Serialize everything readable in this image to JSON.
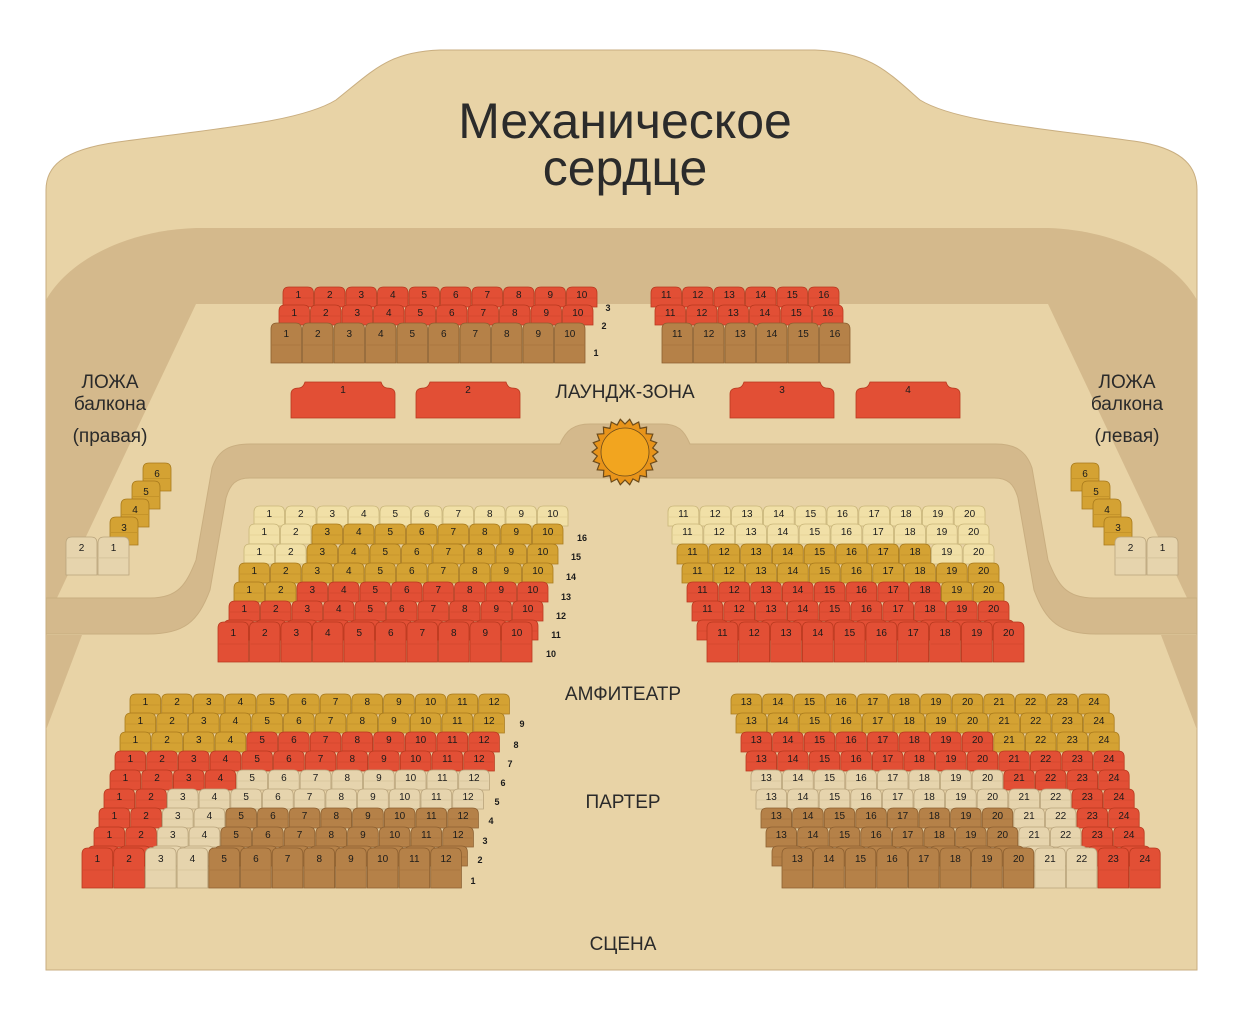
{
  "title_line1": "Механическое",
  "title_line2": "сердце",
  "labels": {
    "lounge": "ЛАУНДЖ-ЗОНА",
    "amphitheatre": "АМФИТЕАТР",
    "parterre": "ПАРТЕР",
    "stage": "СЦЕНА",
    "box_right_1": "ЛОЖА",
    "box_right_2": "балкона",
    "box_right_3": "(правая)",
    "box_left_1": "ЛОЖА",
    "box_left_2": "балкона",
    "box_left_3": "(левая)"
  },
  "colors": {
    "hall": "#e8d3a6",
    "wall": "#d4b98c",
    "wall_dark": "#c8ab79",
    "outline": "#c9ae80",
    "red": "#e24f35",
    "brown": "#b58148",
    "gold": "#d4a233",
    "cream": "#e6d4ad",
    "pale": "#f1e0a7",
    "sun": "#f2a51f"
  },
  "balcony": {
    "left_block": [
      {
        "row": "3",
        "seats": [
          "1",
          "2",
          "3",
          "4",
          "5",
          "6",
          "7",
          "8",
          "9",
          "10"
        ],
        "color": "red"
      },
      {
        "row": "2",
        "seats": [
          "1",
          "2",
          "3",
          "4",
          "5",
          "6",
          "7",
          "8",
          "9",
          "10"
        ],
        "color": "red"
      },
      {
        "row": "1",
        "seats": [
          "1",
          "2",
          "3",
          "4",
          "5",
          "6",
          "7",
          "8",
          "9",
          "10"
        ],
        "color": "brown"
      }
    ],
    "right_block": [
      {
        "row": "3",
        "seats": [
          "11",
          "12",
          "13",
          "14",
          "15",
          "16"
        ],
        "color": "red"
      },
      {
        "row": "2",
        "seats": [
          "11",
          "12",
          "13",
          "14",
          "15",
          "16"
        ],
        "color": "red"
      },
      {
        "row": "1",
        "seats": [
          "11",
          "12",
          "13",
          "14",
          "15",
          "16"
        ],
        "color": "brown"
      }
    ]
  },
  "sofas": [
    "1",
    "2",
    "3",
    "4"
  ],
  "boxes": {
    "right_stack": [
      "6",
      "5",
      "4",
      "3"
    ],
    "right_bottom": [
      "2",
      "1"
    ],
    "left_stack": [
      "6",
      "5",
      "4",
      "3"
    ],
    "left_bottom": [
      "2",
      "1"
    ]
  },
  "amphitheatre": {
    "left_rows": [
      {
        "row": "16",
        "seats": [
          "1",
          "2",
          "3",
          "4",
          "5",
          "6",
          "7",
          "8",
          "9",
          "10"
        ],
        "colors": [
          "pale",
          "pale",
          "pale",
          "pale",
          "pale",
          "pale",
          "pale",
          "pale",
          "pale",
          "pale"
        ]
      },
      {
        "row": "15",
        "seats": [
          "1",
          "2",
          "3",
          "4",
          "5",
          "6",
          "7",
          "8",
          "9",
          "10"
        ],
        "colors": [
          "pale",
          "pale",
          "gold",
          "gold",
          "gold",
          "gold",
          "gold",
          "gold",
          "gold",
          "gold"
        ]
      },
      {
        "row": "15",
        "seats": [
          "1",
          "2",
          "3",
          "4",
          "5",
          "6",
          "7",
          "8",
          "9",
          "10"
        ],
        "colors": [
          "pale",
          "pale",
          "gold",
          "gold",
          "gold",
          "gold",
          "gold",
          "gold",
          "gold",
          "gold"
        ]
      },
      {
        "row": "14",
        "seats": [
          "1",
          "2",
          "3",
          "4",
          "5",
          "6",
          "7",
          "8",
          "9",
          "10"
        ],
        "colors": [
          "gold",
          "gold",
          "gold",
          "gold",
          "gold",
          "gold",
          "gold",
          "gold",
          "gold",
          "gold"
        ]
      },
      {
        "row": "13",
        "seats": [
          "1",
          "2",
          "3",
          "4",
          "5",
          "6",
          "7",
          "8",
          "9",
          "10"
        ],
        "colors": [
          "gold",
          "gold",
          "red",
          "red",
          "red",
          "red",
          "red",
          "red",
          "red",
          "red"
        ]
      },
      {
        "row": "12",
        "seats": [
          "1",
          "2",
          "3",
          "4",
          "5",
          "6",
          "7",
          "8",
          "9",
          "10"
        ],
        "colors": [
          "red",
          "red",
          "red",
          "red",
          "red",
          "red",
          "red",
          "red",
          "red",
          "red"
        ]
      },
      {
        "row": "11",
        "seats": [
          "1",
          "2",
          "3",
          "4",
          "5",
          "6",
          "7",
          "8",
          "9",
          "10"
        ],
        "colors": [
          "red",
          "red",
          "red",
          "red",
          "red",
          "red",
          "red",
          "red",
          "red",
          "red"
        ]
      },
      {
        "row": "10",
        "seats": [
          "1",
          "2",
          "3",
          "4",
          "5",
          "6",
          "7",
          "8",
          "9",
          "10"
        ],
        "colors": [
          "red",
          "red",
          "red",
          "red",
          "red",
          "red",
          "red",
          "red",
          "red",
          "red"
        ]
      }
    ],
    "right_rows": [
      {
        "seats": [
          "11",
          "12",
          "13",
          "14",
          "15",
          "16",
          "17",
          "18",
          "19",
          "20"
        ],
        "colors": [
          "pale",
          "pale",
          "pale",
          "pale",
          "pale",
          "pale",
          "pale",
          "pale",
          "pale",
          "pale"
        ]
      },
      {
        "seats": [
          "11",
          "12",
          "13",
          "14",
          "15",
          "16",
          "17",
          "18",
          "19",
          "20"
        ],
        "colors": [
          "pale",
          "pale",
          "pale",
          "pale",
          "pale",
          "pale",
          "pale",
          "pale",
          "pale",
          "pale"
        ]
      },
      {
        "seats": [
          "11",
          "12",
          "13",
          "14",
          "15",
          "16",
          "17",
          "18",
          "19",
          "20"
        ],
        "colors": [
          "gold",
          "gold",
          "gold",
          "gold",
          "gold",
          "gold",
          "gold",
          "gold",
          "pale",
          "pale"
        ]
      },
      {
        "seats": [
          "11",
          "12",
          "13",
          "14",
          "15",
          "16",
          "17",
          "18",
          "19",
          "20"
        ],
        "colors": [
          "gold",
          "gold",
          "gold",
          "gold",
          "gold",
          "gold",
          "gold",
          "gold",
          "gold",
          "gold"
        ]
      },
      {
        "seats": [
          "11",
          "12",
          "13",
          "14",
          "15",
          "16",
          "17",
          "18",
          "19",
          "20"
        ],
        "colors": [
          "red",
          "red",
          "red",
          "red",
          "red",
          "red",
          "red",
          "red",
          "gold",
          "gold"
        ]
      },
      {
        "seats": [
          "11",
          "12",
          "13",
          "14",
          "15",
          "16",
          "17",
          "18",
          "19",
          "20"
        ],
        "colors": [
          "red",
          "red",
          "red",
          "red",
          "red",
          "red",
          "red",
          "red",
          "red",
          "red"
        ]
      },
      {
        "seats": [
          "11",
          "12",
          "13",
          "14",
          "15",
          "16",
          "17",
          "18",
          "19",
          "20"
        ],
        "colors": [
          "red",
          "red",
          "red",
          "red",
          "red",
          "red",
          "red",
          "red",
          "red",
          "red"
        ]
      },
      {
        "seats": [
          "11",
          "12",
          "13",
          "14",
          "15",
          "16",
          "17",
          "18",
          "19",
          "20"
        ],
        "colors": [
          "red",
          "red",
          "red",
          "red",
          "red",
          "red",
          "red",
          "red",
          "red",
          "red"
        ]
      }
    ]
  },
  "parterre": {
    "left_rows": [
      {
        "row": "9",
        "seats": [
          "1",
          "2",
          "3",
          "4",
          "5",
          "6",
          "7",
          "8",
          "9",
          "10",
          "11",
          "12"
        ],
        "colors": [
          "gold",
          "gold",
          "gold",
          "gold",
          "gold",
          "gold",
          "gold",
          "gold",
          "gold",
          "gold",
          "gold",
          "gold"
        ]
      },
      {
        "row": "9",
        "seats": [
          "1",
          "2",
          "3",
          "4",
          "5",
          "6",
          "7",
          "8",
          "9",
          "10",
          "11",
          "12"
        ],
        "colors": [
          "gold",
          "gold",
          "gold",
          "gold",
          "gold",
          "gold",
          "gold",
          "gold",
          "gold",
          "gold",
          "gold",
          "gold"
        ]
      },
      {
        "row": "8",
        "seats": [
          "1",
          "2",
          "3",
          "4",
          "5",
          "6",
          "7",
          "8",
          "9",
          "10",
          "11",
          "12"
        ],
        "colors": [
          "gold",
          "gold",
          "gold",
          "gold",
          "red",
          "red",
          "red",
          "red",
          "red",
          "red",
          "red",
          "red"
        ]
      },
      {
        "row": "7",
        "seats": [
          "1",
          "2",
          "3",
          "4",
          "5",
          "6",
          "7",
          "8",
          "9",
          "10",
          "11",
          "12"
        ],
        "colors": [
          "red",
          "red",
          "red",
          "red",
          "red",
          "red",
          "red",
          "red",
          "red",
          "red",
          "red",
          "red"
        ]
      },
      {
        "row": "6",
        "seats": [
          "1",
          "2",
          "3",
          "4",
          "5",
          "6",
          "7",
          "8",
          "9",
          "10",
          "11",
          "12"
        ],
        "colors": [
          "red",
          "red",
          "red",
          "red",
          "cream",
          "cream",
          "cream",
          "cream",
          "cream",
          "cream",
          "cream",
          "cream"
        ]
      },
      {
        "row": "5",
        "seats": [
          "1",
          "2",
          "3",
          "4",
          "5",
          "6",
          "7",
          "8",
          "9",
          "10",
          "11",
          "12"
        ],
        "colors": [
          "red",
          "red",
          "cream",
          "cream",
          "cream",
          "cream",
          "cream",
          "cream",
          "cream",
          "cream",
          "cream",
          "cream"
        ]
      },
      {
        "row": "4",
        "seats": [
          "1",
          "2",
          "3",
          "4",
          "5",
          "6",
          "7",
          "8",
          "9",
          "10",
          "11",
          "12"
        ],
        "colors": [
          "red",
          "red",
          "cream",
          "cream",
          "brown",
          "brown",
          "brown",
          "brown",
          "brown",
          "brown",
          "brown",
          "brown"
        ]
      },
      {
        "row": "3",
        "seats": [
          "1",
          "2",
          "3",
          "4",
          "5",
          "6",
          "7",
          "8",
          "9",
          "10",
          "11",
          "12"
        ],
        "colors": [
          "red",
          "red",
          "cream",
          "cream",
          "brown",
          "brown",
          "brown",
          "brown",
          "brown",
          "brown",
          "brown",
          "brown"
        ]
      },
      {
        "row": "2",
        "seats": [
          "1",
          "2",
          "3",
          "4",
          "5",
          "6",
          "7",
          "8",
          "9",
          "10",
          "11",
          "12"
        ],
        "colors": [
          "red",
          "red",
          "cream",
          "cream",
          "brown",
          "brown",
          "brown",
          "brown",
          "brown",
          "brown",
          "brown",
          "brown"
        ]
      },
      {
        "row": "1",
        "seats": [
          "1",
          "2",
          "3",
          "4",
          "5",
          "6",
          "7",
          "8",
          "9",
          "10",
          "11",
          "12"
        ],
        "colors": [
          "red",
          "red",
          "cream",
          "cream",
          "brown",
          "brown",
          "brown",
          "brown",
          "brown",
          "brown",
          "brown",
          "brown"
        ]
      }
    ],
    "right_rows": [
      {
        "seats": [
          "13",
          "14",
          "15",
          "16",
          "17",
          "18",
          "19",
          "20",
          "21",
          "22",
          "23",
          "24"
        ],
        "colors": [
          "gold",
          "gold",
          "gold",
          "gold",
          "gold",
          "gold",
          "gold",
          "gold",
          "gold",
          "gold",
          "gold",
          "gold"
        ]
      },
      {
        "seats": [
          "13",
          "14",
          "15",
          "16",
          "17",
          "18",
          "19",
          "20",
          "21",
          "22",
          "23",
          "24"
        ],
        "colors": [
          "gold",
          "gold",
          "gold",
          "gold",
          "gold",
          "gold",
          "gold",
          "gold",
          "gold",
          "gold",
          "gold",
          "gold"
        ]
      },
      {
        "seats": [
          "13",
          "14",
          "15",
          "16",
          "17",
          "18",
          "19",
          "20",
          "21",
          "22",
          "23",
          "24"
        ],
        "colors": [
          "red",
          "red",
          "red",
          "red",
          "red",
          "red",
          "red",
          "red",
          "gold",
          "gold",
          "gold",
          "gold"
        ]
      },
      {
        "seats": [
          "13",
          "14",
          "15",
          "16",
          "17",
          "18",
          "19",
          "20",
          "21",
          "22",
          "23",
          "24"
        ],
        "colors": [
          "red",
          "red",
          "red",
          "red",
          "red",
          "red",
          "red",
          "red",
          "red",
          "red",
          "red",
          "red"
        ]
      },
      {
        "seats": [
          "13",
          "14",
          "15",
          "16",
          "17",
          "18",
          "19",
          "20",
          "21",
          "22",
          "23",
          "24"
        ],
        "colors": [
          "cream",
          "cream",
          "cream",
          "cream",
          "cream",
          "cream",
          "cream",
          "cream",
          "red",
          "red",
          "red",
          "red"
        ]
      },
      {
        "seats": [
          "13",
          "14",
          "15",
          "16",
          "17",
          "18",
          "19",
          "20",
          "21",
          "22",
          "23",
          "24"
        ],
        "colors": [
          "cream",
          "cream",
          "cream",
          "cream",
          "cream",
          "cream",
          "cream",
          "cream",
          "cream",
          "cream",
          "red",
          "red"
        ]
      },
      {
        "seats": [
          "13",
          "14",
          "15",
          "16",
          "17",
          "18",
          "19",
          "20",
          "21",
          "22",
          "23",
          "24"
        ],
        "colors": [
          "brown",
          "brown",
          "brown",
          "brown",
          "brown",
          "brown",
          "brown",
          "brown",
          "cream",
          "cream",
          "red",
          "red"
        ]
      },
      {
        "seats": [
          "13",
          "14",
          "15",
          "16",
          "17",
          "18",
          "19",
          "20",
          "21",
          "22",
          "23",
          "24"
        ],
        "colors": [
          "brown",
          "brown",
          "brown",
          "brown",
          "brown",
          "brown",
          "brown",
          "brown",
          "cream",
          "cream",
          "red",
          "red"
        ]
      },
      {
        "seats": [
          "13",
          "14",
          "15",
          "16",
          "17",
          "18",
          "19",
          "20",
          "21",
          "22",
          "23",
          "24"
        ],
        "colors": [
          "brown",
          "brown",
          "brown",
          "brown",
          "brown",
          "brown",
          "brown",
          "brown",
          "cream",
          "cream",
          "red",
          "red"
        ]
      },
      {
        "seats": [
          "13",
          "14",
          "15",
          "16",
          "17",
          "18",
          "19",
          "20",
          "21",
          "22",
          "23",
          "24"
        ],
        "colors": [
          "brown",
          "brown",
          "brown",
          "brown",
          "brown",
          "brown",
          "brown",
          "brown",
          "cream",
          "cream",
          "red",
          "red"
        ]
      }
    ]
  }
}
